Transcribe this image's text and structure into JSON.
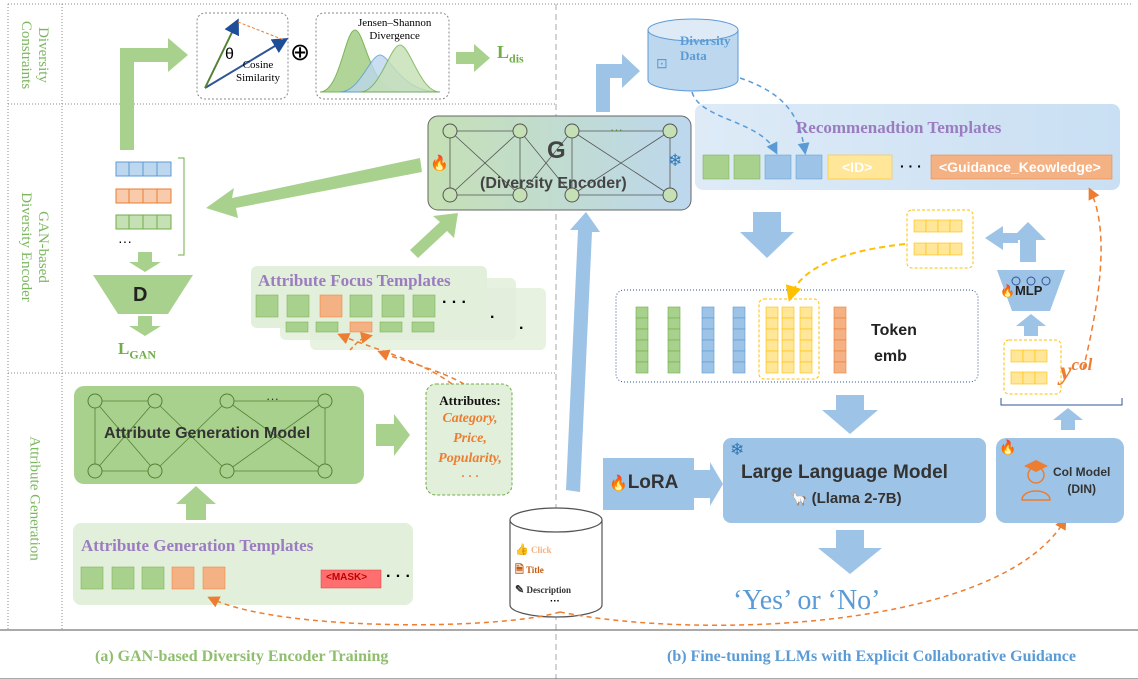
{
  "side_labels": {
    "diversity_constraints": [
      "Diversity",
      "Constraints"
    ],
    "gan_encoder": [
      "GAN-based",
      "Diversity Encoder"
    ],
    "attribute_generation": [
      "Attribute Generation"
    ]
  },
  "constraints": {
    "theta": "θ",
    "cosine": [
      "Cosine",
      "Similarity"
    ],
    "plus": "⊕",
    "js": [
      "Jensen–Shannon",
      "Divergence"
    ],
    "l_dis": "L",
    "l_dis_sub": "dis"
  },
  "gan": {
    "d_label": "D",
    "l_gan": "L",
    "l_gan_sub": "GAN",
    "ellipsis": "···",
    "g_label": "G",
    "encoder_label": "(Diversity Encoder)",
    "g_dots": "···"
  },
  "focus": {
    "title": "Attribute Focus Templates",
    "dots1": "· · ·",
    "dots2": ".",
    "dots3": "."
  },
  "attr_gen": {
    "model": "Attribute Generation Model",
    "model_dots": "···",
    "templates_title": "Attribute Generation Templates",
    "mask": "<MASK>",
    "dots": "· · ·"
  },
  "attributes": {
    "title": "Attributes:",
    "items": [
      "Category,",
      "Price,",
      "Popularity,",
      "· · ·"
    ]
  },
  "db": {
    "items": [
      "Click",
      "Title",
      "Description"
    ],
    "dots": "···"
  },
  "diversity_data": [
    "Diversity",
    "Data"
  ],
  "rec": {
    "title": "Recommenadtion Templates",
    "id": "<ID>",
    "dots": "· · ·",
    "guidance": "<Guidance_Keowledge>"
  },
  "token": [
    "Token",
    "emb"
  ],
  "mlp": "MLP",
  "ycol": "y",
  "ycol_sup": "col",
  "llm": {
    "title": "Large Language Model",
    "sub": "(Llama 2-7B)",
    "lora": "LoRA"
  },
  "col_model": [
    "Col Model",
    "(DIN)"
  ],
  "output": "‘Yes’ or ‘No’",
  "captions": {
    "a": "(a) GAN-based Diversity Encoder Training",
    "b": "(b) Fine-tuning LLMs with Explicit Collaborative Guidance"
  },
  "colors": {
    "green": "#a9d18e",
    "green_dark": "#70ad47",
    "green_bg": "#e2efda",
    "blue": "#9dc3e6",
    "blue_bg": "#deebf7",
    "orange": "#f4b183",
    "yellow": "#ffe699",
    "purple": "#9b7cc0",
    "red_mask": "#ff6f6f"
  }
}
